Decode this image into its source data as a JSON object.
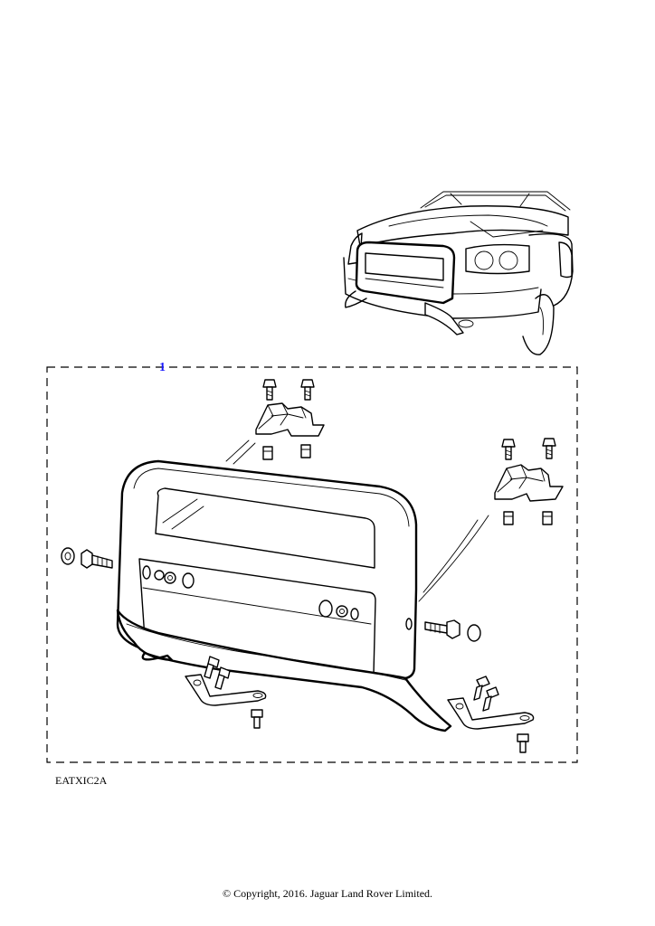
{
  "diagram": {
    "callout_number": "1",
    "figure_code": "EATXIC2A",
    "copyright": "© Copyright, 2016. Jaguar Land Rover Limited.",
    "colors": {
      "line": "#000000",
      "callout": "#1a1aff",
      "background": "#ffffff"
    }
  }
}
